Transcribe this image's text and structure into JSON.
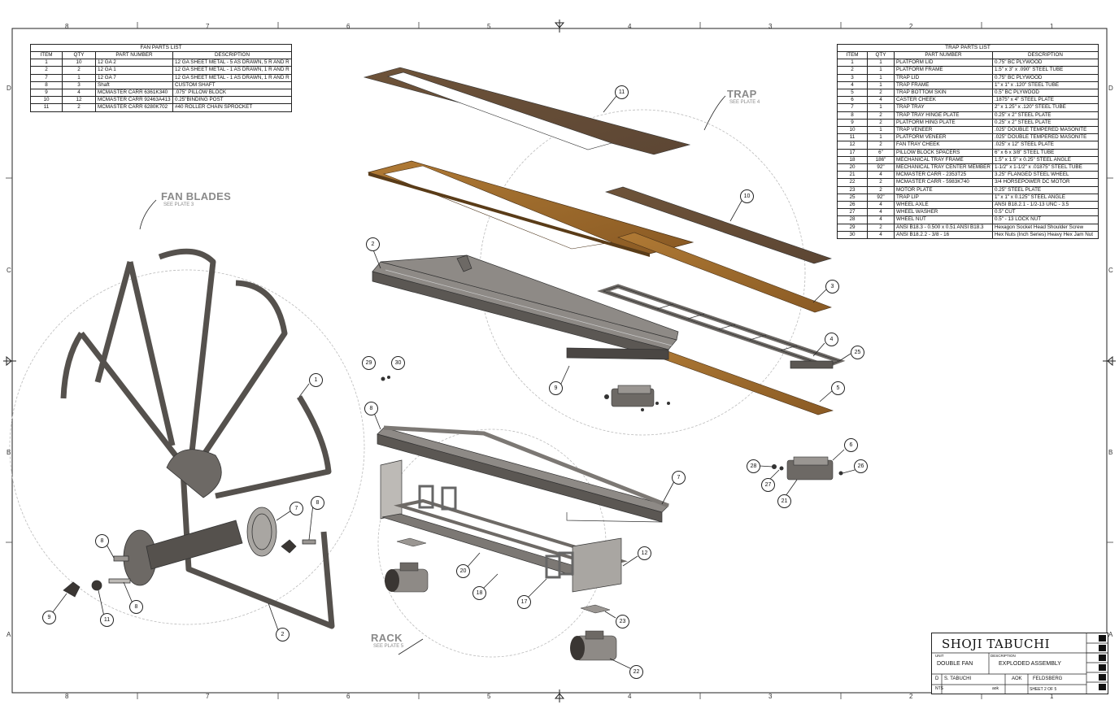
{
  "border": {
    "top_zones": [
      "8",
      "7",
      "6",
      "5",
      "4",
      "3",
      "2",
      "1"
    ],
    "bottom_zones": [
      "8",
      "7",
      "6",
      "5",
      "4",
      "3",
      "2",
      "1"
    ],
    "left_zones": [
      "D",
      "C",
      "B",
      "A"
    ],
    "right_zones": [
      "D",
      "C",
      "B",
      "A"
    ]
  },
  "fan_parts_list": {
    "title": "FAN PARTS LIST",
    "headers": [
      "ITEM",
      "QTY",
      "PART NUMBER",
      "DESCRIPTION"
    ],
    "rows": [
      [
        "1",
        "10",
        "12 GA 2",
        "12 GA SHEET METAL - 5 AS DRAWN, 5 R AND R"
      ],
      [
        "2",
        "2",
        "12 GA 1",
        "12 GA SHEET METAL - 1 AS DRAWN, 1 R AND R"
      ],
      [
        "7",
        "1",
        "12 GA 7",
        "12 GA SHEET METAL - 1 AS DRAWN, 1 R AND R"
      ],
      [
        "8",
        "3",
        "Shaft",
        "CUSTOM SHAFT"
      ],
      [
        "9",
        "4",
        "MCMASTER CARR 6361K340",
        ".075\" PILLOW BLOCK"
      ],
      [
        "10",
        "12",
        "MCMASTER CARR 92463A413",
        "0.25\"BINDING POST"
      ],
      [
        "11",
        "2",
        "MCMASTER CARR 6280K702",
        "#40 ROLLER CHAIN SPROCKET"
      ]
    ]
  },
  "trap_parts_list": {
    "title": "TRAP   PARTS LIST",
    "headers": [
      "ITEM",
      "QTY",
      "PART NUMBER",
      "DESCRIPTION"
    ],
    "rows": [
      [
        "1",
        "1",
        "PLATFORM LID",
        "0.75\" BC PLYWOOD"
      ],
      [
        "2",
        "1",
        "PLATFORM FRAME",
        "1.5\" x 3\" x .090\" STEEL TUBE"
      ],
      [
        "3",
        "1",
        "TRAP LID",
        "0.75\" BC PLYWOOD"
      ],
      [
        "4",
        "1",
        "TRAP FRAME",
        "1\" x 1\" x .120\" STEEL TUBE"
      ],
      [
        "5",
        "2",
        "TRAP BOTTOM SKIN",
        "0.5\" BC PLYWOOD"
      ],
      [
        "6",
        "4",
        "CASTER CHEEK",
        ".1875\" x 4\" STEEL PLATE"
      ],
      [
        "7",
        "1",
        "TRAP TRAY",
        "2\" x 1.25\" x .120\" STEEL TUBE"
      ],
      [
        "8",
        "2",
        "TRAP TRAY HINGE PLATE",
        "0.25\" x 2\" STEEL PLATE"
      ],
      [
        "9",
        "2",
        "PLATFORM HING PLATE",
        "0.25\" x 2\" STEEL PLATE"
      ],
      [
        "10",
        "1",
        "TRAP VENEER",
        ".025\" DOUBLE TEMPERED MASONITE"
      ],
      [
        "11",
        "1",
        "PLATFORM VENEER",
        ".025\" DOUBLE TEMPERED MASONITE"
      ],
      [
        "12",
        "2",
        "FAN TRAY CHEEK",
        ".025\" x 12\" STEEL PLATE"
      ],
      [
        "17",
        "6\"",
        "PILLOW BLOCK SPACERS",
        "6\" x 6 x 3/8\" STEEL TUBE"
      ],
      [
        "18",
        "186\"",
        "MECHANICAL TRAY FRAME",
        "1.5\" x 1.5\" x 0.25\" STEEL ANGLE"
      ],
      [
        "20",
        "92\"",
        "MECHANICAL TRAY CENTER MEMBER",
        "1-1/2\" x 1-1/2\" x .01875\" STEEL TUBE"
      ],
      [
        "21",
        "4",
        "MCMASTER CARR - 2353T25",
        "3.25\" FLANGED STEEL WHEEL"
      ],
      [
        "22",
        "2",
        "MCMASTER CARR - 5983K740",
        "3/4 HORSEPOWER DC MOTOR"
      ],
      [
        "23",
        "2",
        "MOTOR PLATE",
        "0.25\" STEEL PLATE"
      ],
      [
        "25",
        "92\"",
        "TRAP LIP",
        "1\" x 1\" x 0.125\" STEEL ANGLE"
      ],
      [
        "26",
        "4",
        "WHEEL AXLE",
        "ANSI B18.2.1 - 1/2-13 UNC - 3.5"
      ],
      [
        "27",
        "4",
        "WHEEL WASHER",
        "0.5\" CUT"
      ],
      [
        "28",
        "4",
        "WHEEL NUT",
        "0.5\" - 13 LOCK NUT"
      ],
      [
        "29",
        "2",
        "ANSI B18.3 - 0.500 x 0.51 ANSI B18.3",
        "Hexagon Socket Head Shoulder Screw"
      ],
      [
        "30",
        "4",
        "ANSI B18.2.2 - 3/8 - 16",
        "Hex Nuts (Inch Series) Heavy Hex Jam Nut"
      ]
    ]
  },
  "groups": {
    "fan": {
      "title": "FAN BLADES",
      "subtitle": "SEE PLATE 3"
    },
    "trap": {
      "title": "TRAP",
      "subtitle": "SEE PLATE 4"
    },
    "rack": {
      "title": "RACK",
      "subtitle": "SEE PLATE 5"
    }
  },
  "balloons": [
    "11",
    "10",
    "2",
    "3",
    "4",
    "25",
    "5",
    "9",
    "29",
    "30",
    "8",
    "7",
    "6",
    "26",
    "28",
    "27",
    "21",
    "12",
    "20",
    "18",
    "17",
    "23",
    "22",
    "1",
    "7",
    "8",
    "8",
    "8",
    "9",
    "11",
    "2"
  ],
  "title_block": {
    "company": "SHOJI TABUCHI",
    "unit_label": "UNIT",
    "unit": "DOUBLE FAN",
    "description_label": "DESCRIPTION",
    "description": "EXPLODED ASSEMBLY",
    "rev": "D",
    "drawn_by": "S. TABUCHI",
    "checked": "AOK",
    "approved": "FELDSBERG",
    "scale": "NTS",
    "date": "aok",
    "sheet": "SHEET 2 OF 5"
  },
  "colors": {
    "steel": "#55514d",
    "steel_light": "#a9a6a2",
    "wood": "#a87433",
    "wood_dark": "#6b5238",
    "line": "#222222",
    "label_gray": "#8a8a8a"
  }
}
